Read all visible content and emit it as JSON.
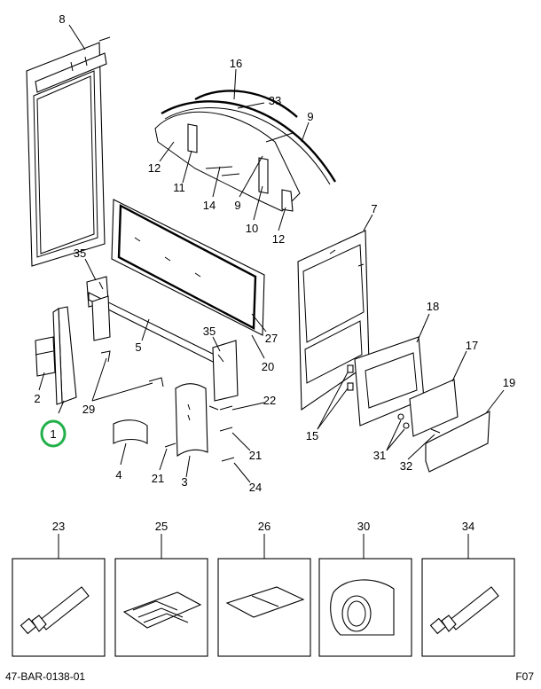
{
  "callouts": [
    {
      "id": "c8",
      "label": "8"
    },
    {
      "id": "c16",
      "label": "16"
    },
    {
      "id": "c33",
      "label": "33"
    },
    {
      "id": "c9a",
      "label": "9"
    },
    {
      "id": "c12a",
      "label": "12"
    },
    {
      "id": "c11",
      "label": "11"
    },
    {
      "id": "c14",
      "label": "14"
    },
    {
      "id": "c9b",
      "label": "9"
    },
    {
      "id": "c10",
      "label": "10"
    },
    {
      "id": "c12b",
      "label": "12"
    },
    {
      "id": "c7",
      "label": "7"
    },
    {
      "id": "c35a",
      "label": "35"
    },
    {
      "id": "c5",
      "label": "5"
    },
    {
      "id": "c35b",
      "label": "35"
    },
    {
      "id": "c27",
      "label": "27"
    },
    {
      "id": "c20",
      "label": "20"
    },
    {
      "id": "c18",
      "label": "18"
    },
    {
      "id": "c17",
      "label": "17"
    },
    {
      "id": "c19",
      "label": "19"
    },
    {
      "id": "c2",
      "label": "2"
    },
    {
      "id": "c29",
      "label": "29"
    },
    {
      "id": "c1",
      "label": "1"
    },
    {
      "id": "c22",
      "label": "22"
    },
    {
      "id": "c15",
      "label": "15"
    },
    {
      "id": "c31",
      "label": "31"
    },
    {
      "id": "c32",
      "label": "32"
    },
    {
      "id": "c4",
      "label": "4"
    },
    {
      "id": "c21a",
      "label": "21"
    },
    {
      "id": "c21b",
      "label": "21"
    },
    {
      "id": "c3",
      "label": "3"
    },
    {
      "id": "c24",
      "label": "24"
    }
  ],
  "kit_boxes": [
    {
      "label": "23",
      "icon": "tube-icon"
    },
    {
      "label": "25",
      "icon": "corrugated-panel-icon"
    },
    {
      "label": "26",
      "icon": "flat-panel-icon"
    },
    {
      "label": "30",
      "icon": "foam-block-icon"
    },
    {
      "label": "34",
      "icon": "tube-icon"
    }
  ],
  "highlight": {
    "label": "1",
    "color": "#22b04a"
  },
  "footer": {
    "left": "47-BAR-0138-01",
    "right": "F07"
  }
}
